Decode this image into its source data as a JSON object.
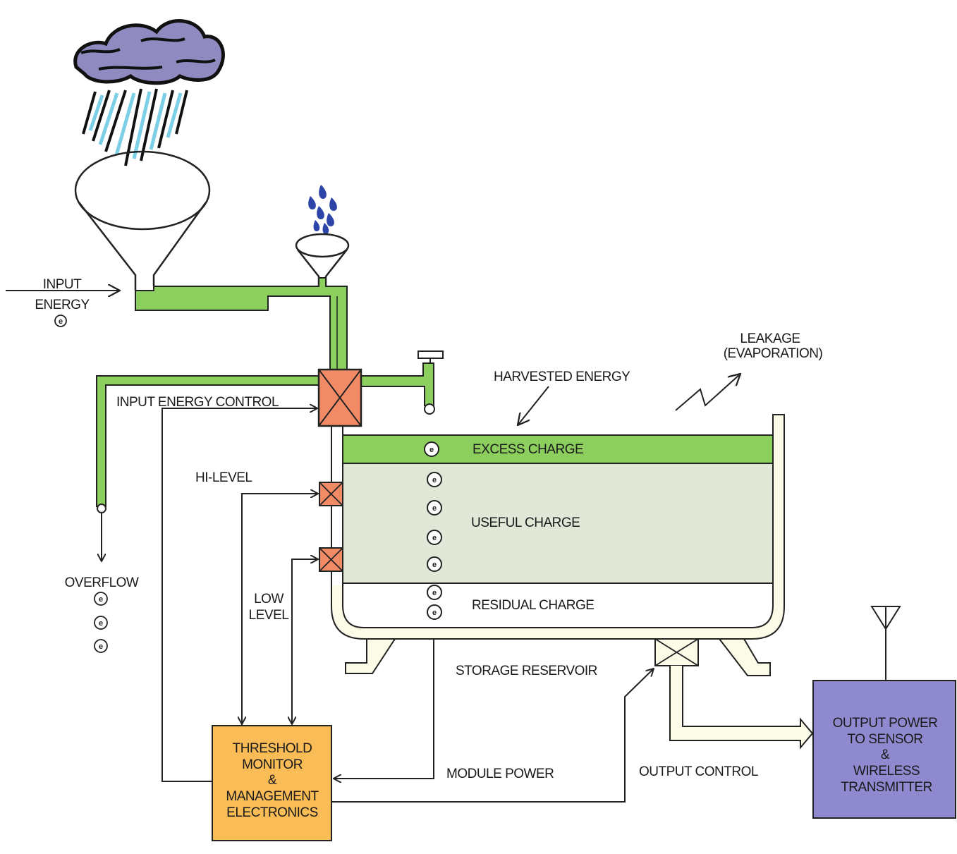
{
  "labels": {
    "input_energy": [
      "INPUT",
      "ENERGY"
    ],
    "input_energy_control": "INPUT ENERGY CONTROL",
    "hi_level": "HI-LEVEL",
    "low_level": [
      "LOW",
      "LEVEL"
    ],
    "overflow": "OVERFLOW",
    "harvested_energy": "HARVESTED ENERGY",
    "leakage": [
      "LEAKAGE",
      "(EVAPORATION)"
    ],
    "excess_charge": "EXCESS CHARGE",
    "useful_charge": "USEFUL CHARGE",
    "residual_charge": "RESIDUAL CHARGE",
    "storage_reservoir": "STORAGE RESERVOIR",
    "module_power": "MODULE POWER",
    "output_control": "OUTPUT CONTROL",
    "threshold_box": [
      "THRESHOLD",
      "MONITOR",
      "&",
      "MANAGEMENT",
      "ELECTRONICS"
    ],
    "output_box": [
      "OUTPUT POWER",
      "TO SENSOR",
      "&",
      "WIRELESS",
      "TRANSMITTER"
    ]
  },
  "electron_symbol": "e",
  "colors": {
    "green_fill": "#8ccf5e",
    "useful_fill": "#e2e8d8",
    "valve_fill": "#f08b66",
    "threshold_fill": "#f9bc57",
    "output_fill": "#8f8ad0",
    "cloud": "#8f8bc0",
    "rain": "#7ccfe6",
    "drops": "#2d44a8",
    "line": "#222222"
  }
}
